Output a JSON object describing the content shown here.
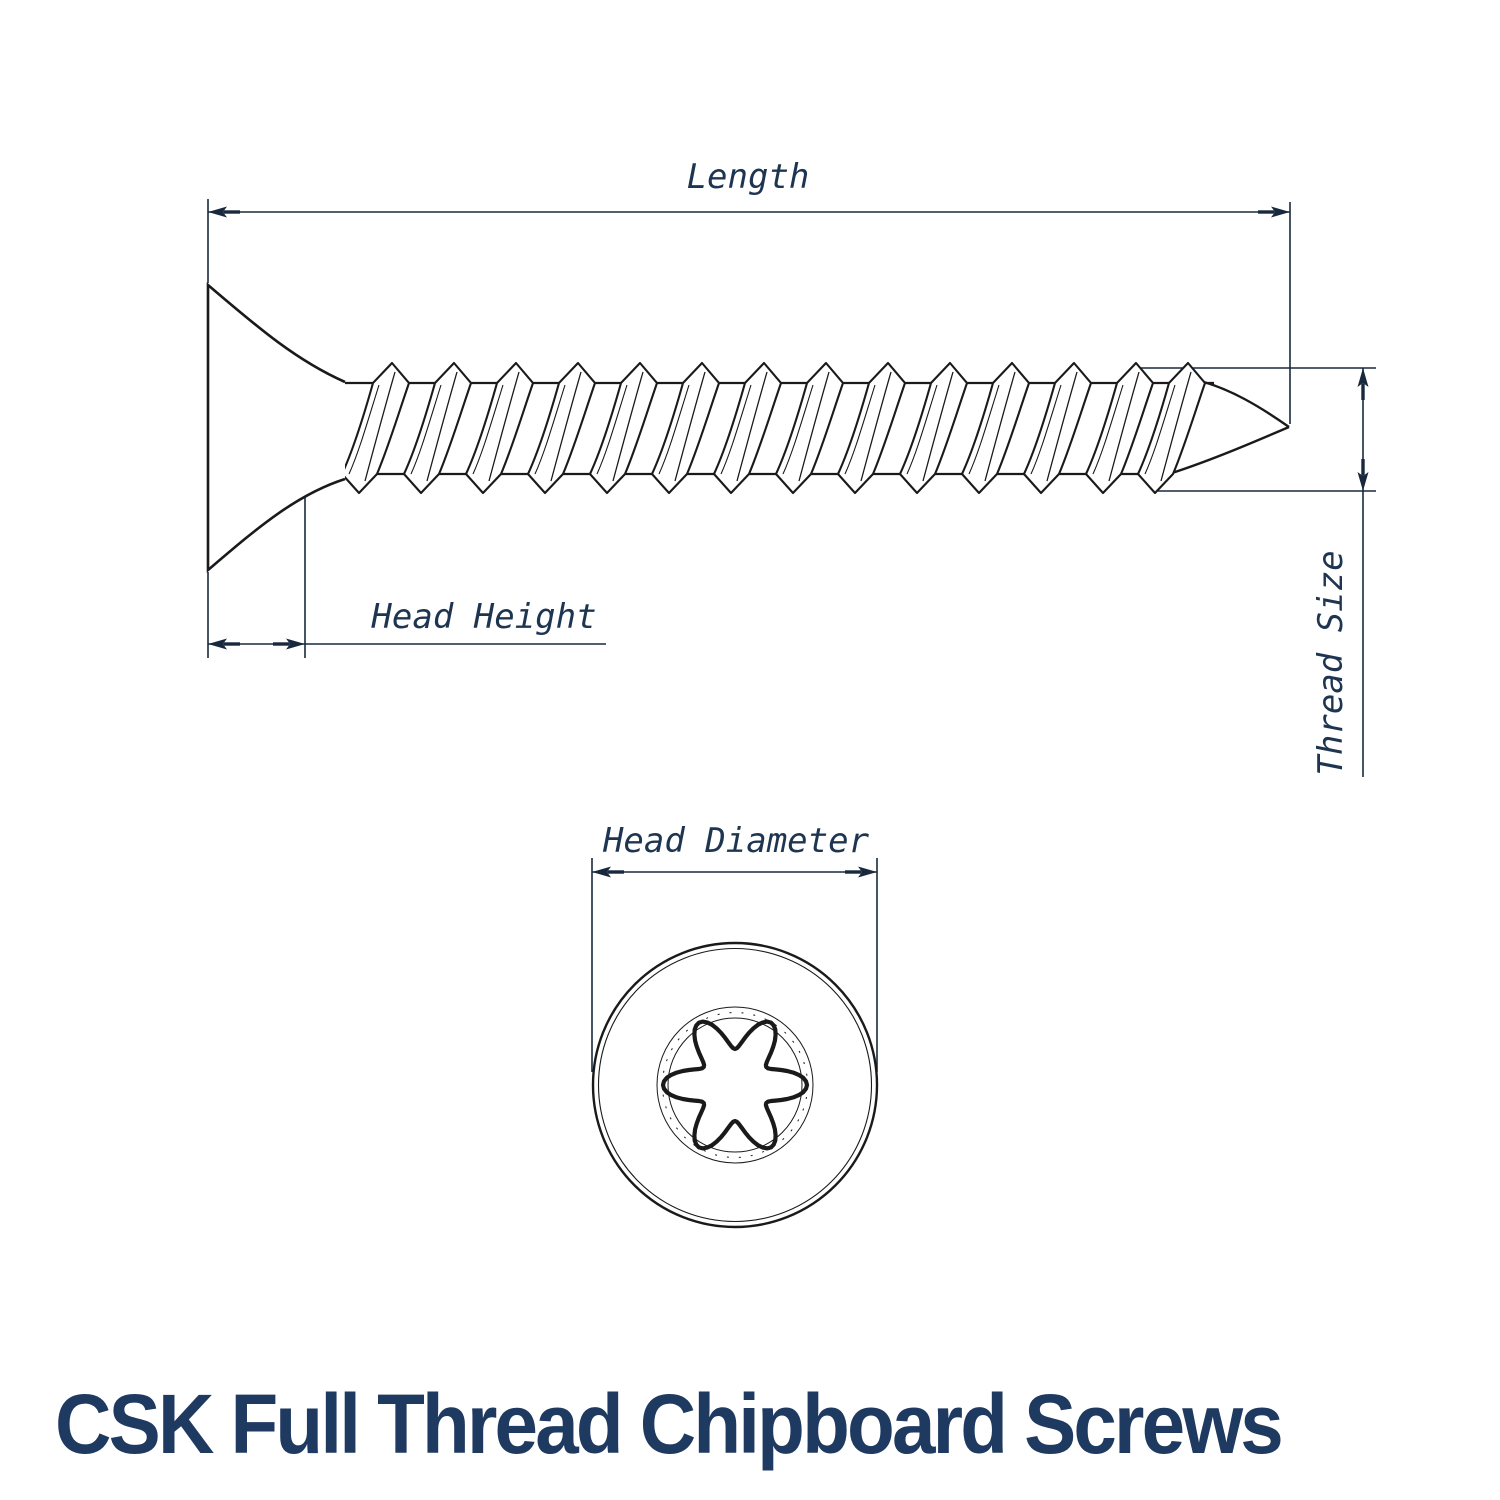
{
  "title": {
    "text": "CSK Full Thread Chipboard Screws"
  },
  "dimension_labels": {
    "length": "Length",
    "head_height": "Head Height",
    "thread_size": "Thread Size",
    "head_diameter": "Head Diameter"
  },
  "views": {
    "side_view_icon": "csk-full-thread-screw-side-view",
    "top_view_icon": "torx-drive-head-top-view"
  },
  "colors": {
    "dimension": "#18293e",
    "label_text": "#1e3552",
    "title_text": "#1f3a60",
    "outline": "#1a1a1a",
    "background": "#ffffff"
  }
}
